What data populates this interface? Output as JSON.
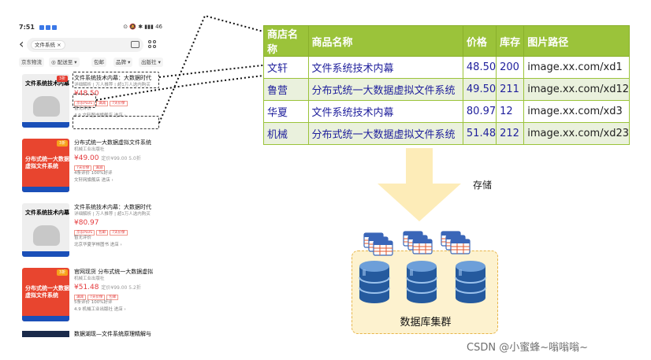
{
  "phone": {
    "status_time": "7:51",
    "status_right": "⊙ 🔕 ✱ ▮▮▮ 46",
    "search_chip": "文件系统 ×",
    "filters": [
      "京东物流",
      "◎ 配送至 ▾",
      "包邮",
      "品牌 ▾",
      "出版社 ▾"
    ],
    "items": [
      {
        "cover_title": "文件系统技术内幕",
        "cover_badge": "3折",
        "title": "文件系统技术内幕：大数据时代",
        "subtitle": "详细解析 | 万人推荐 | 超1万人选内购买",
        "price": "¥48.50",
        "price_note": "",
        "tags": [
          "京东PLUS",
          "满减",
          "7天价保"
        ],
        "reviews": "暂无评价",
        "shop": "4.9 文轩图书旗舰店 进店 ›"
      },
      {
        "cover_title": "分布式统一大数据虚拟文件系统",
        "cover_badge": "3折",
        "title": "分布式统一大数据虚拟文件系统",
        "subtitle": "机械工业出版社",
        "price": "¥49.00",
        "price_note": "定价¥99.00  5.0折",
        "tags": [
          "7天价保",
          "满减"
        ],
        "reviews": "4条评价  100%好评",
        "shop": "文轩网旗舰店 进店 ›"
      },
      {
        "cover_title": "文件系统技术内幕",
        "cover_badge": "",
        "title": "文件系统技术内幕：大数据时代",
        "subtitle": "详细解析 | 万人推荐 | 超1万人选内购买",
        "price": "¥80.97",
        "price_note": "",
        "tags": [
          "京东PLUS",
          "包邮",
          "7天价保"
        ],
        "reviews": "暂无评价",
        "shop": "北京华夏学林图书 进店 ›"
      },
      {
        "cover_title": "分布式统一大数据虚拟文件系统",
        "cover_badge": "3折",
        "title": "官网现货  分布式统一大数据虚拟",
        "subtitle": "机械工业出版社",
        "price": "¥51.48",
        "price_note": "定价¥99.00  5.2折",
        "tags": [
          "满减",
          "7天价保",
          "包邮"
        ],
        "reviews": "5条评价  100%好评",
        "shop": "4.9 机械工业出版社 进店 ›"
      }
    ],
    "last_title": "数据湖现—文件系统原理精解与"
  },
  "table": {
    "headers": [
      "商店名称",
      "商品名称",
      "价格",
      "库存",
      "图片路径"
    ],
    "rows": [
      [
        "文轩",
        "文件系统技术内幕",
        "48.50",
        "200",
        "image.xx.com/xd1"
      ],
      [
        "鲁营",
        "分布式统一大数据虚拟文件系统",
        "49.50",
        "211",
        "image.xx.com/xd12"
      ],
      [
        "华夏",
        "文件系统技术内幕",
        "80.97",
        "12",
        "image.xx.com/xd3"
      ],
      [
        "机械",
        "分布式统一大数据虚拟文件系统",
        "51.48",
        "212",
        "image.xx.com/xd23"
      ]
    ]
  },
  "storage_label": "存储",
  "cluster_label": "数据库集群",
  "watermark": "CSDN @小蜜蜂~嗡嗡嗡~",
  "colors": {
    "table_header": "#9bc33a",
    "table_stripe": "#eaf1dd",
    "table_text": "#1f1f9c",
    "arrow": "#fdecb8",
    "cluster_bg": "#fdf2cf",
    "cylinder": "#2f6fb5",
    "price": "#e4393c"
  }
}
